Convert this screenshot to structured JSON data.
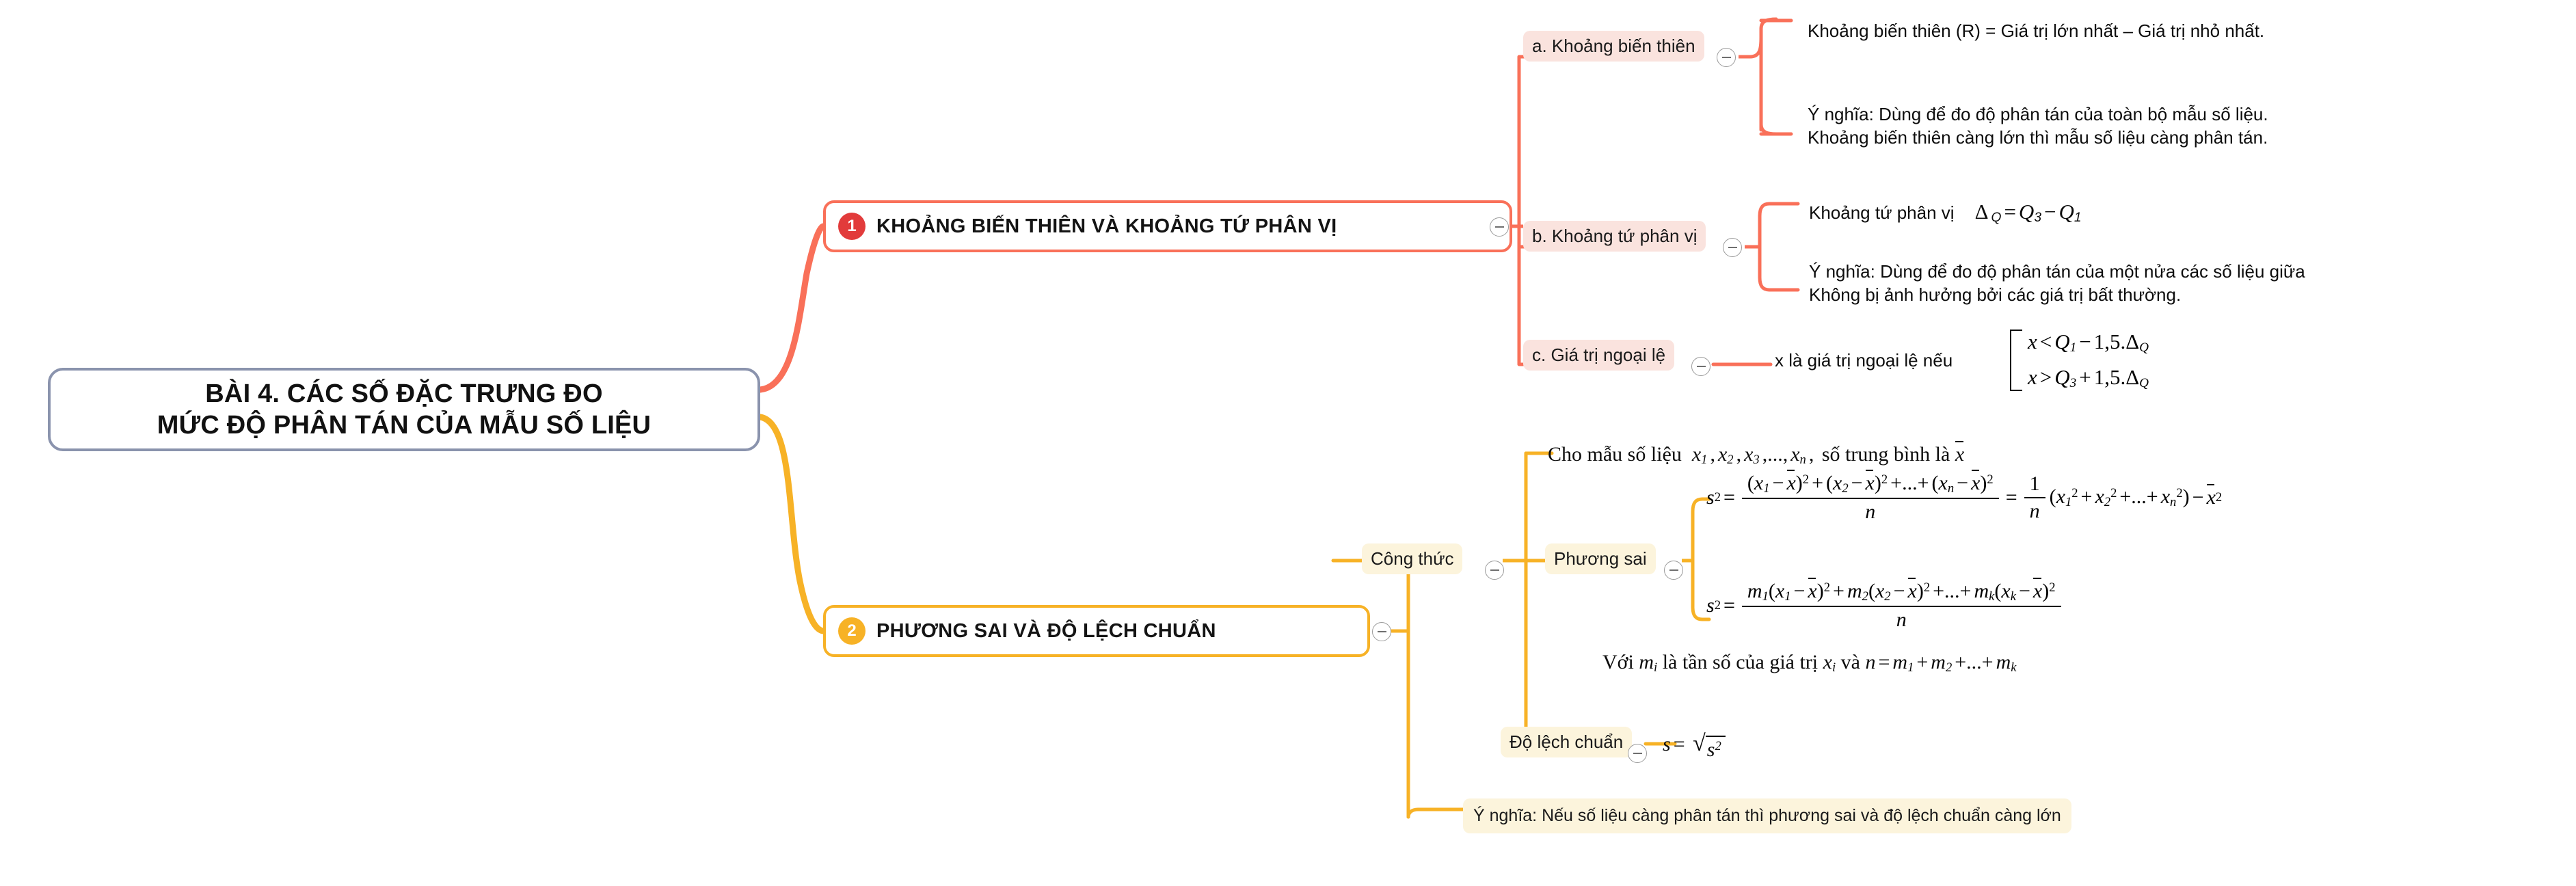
{
  "root": {
    "line1": "BÀI 4. CÁC SỐ ĐẶC TRƯNG ĐO",
    "line2": "MỨC ĐỘ PHÂN TÁN CỦA MẪU SỐ LIỆU",
    "border_color": "#8a93ad"
  },
  "topics": [
    {
      "number": "1",
      "label": "KHOẢNG BIẾN THIÊN VÀ KHOẢNG TỨ PHÂN VỊ",
      "color": "#f97059",
      "badge_color": "#e23b3b",
      "pill_color": "#fae3de"
    },
    {
      "number": "2",
      "label": "PHƯƠNG SAI VÀ ĐỘ LỆCH CHUẨN",
      "color": "#f7b226",
      "badge_color": "#f7b226",
      "pill_color": "#fcf4dc"
    }
  ],
  "branch1": {
    "a": {
      "label": "a. Khoảng biến thiên",
      "definition": "Khoảng biến thiên (R) = Giá trị lớn nhất – Giá trị nhỏ nhất.",
      "meaning_line1": "Ý nghĩa: Dùng để đo độ phân tán của toàn bộ mẫu số liệu.",
      "meaning_line2": "Khoảng biến thiên càng lớn thì mẫu số liệu càng phân tán."
    },
    "b": {
      "label": "b. Khoảng tứ phân vị",
      "definition_text": "Khoảng tứ phân vị",
      "formula": "Δ_Q = Q₃ − Q₁",
      "meaning_line1": "Ý nghĩa: Dùng để đo độ phân tán của một nửa các số liệu giữa",
      "meaning_line2": "Không bị ảnh hưởng bởi các giá trị bất thường."
    },
    "c": {
      "label": "c. Giá trị ngoại lệ",
      "lead": "x là giá trị ngoại lệ nếu",
      "case1": "x < Q₁ − 1,5.Δ_Q",
      "case2": "x > Q₃ + 1,5.Δ_Q"
    }
  },
  "branch2": {
    "cong_thuc_label": "Công thức",
    "phuong_sai_label": "Phương sai",
    "do_lech_chuan_label": "Độ lệch chuẩn",
    "sample_text_prefix": "Cho mẫu số liệu",
    "sample_list": "x₁, x₂, x₃,…, xₙ",
    "sample_text_suffix": ", số trung bình là x̄",
    "variance_formula_1": "s² = ((x₁ − x̄)² + (x₂ − x̄)² + … + (xₙ − x̄)²)/n = (1/n)(x₁² + x₂² + … + xₙ²) − x̄²",
    "variance_formula_2": "s² = (m₁(x₁ − x̄)² + m₂(x₂ − x̄)² + … + m_k(x_k − x̄)²)/n",
    "with_note": "Với mᵢ là tần số của giá trị xᵢ và n = m₁ + m₂ + … + m_k",
    "std_formula": "s = √(s²)",
    "meaning": "Ý nghĩa: Nếu số liệu càng phân tán thì phương sai và độ lệch chuẩn càng lớn"
  },
  "icons": {
    "collapse": "minus-circle-icon"
  }
}
